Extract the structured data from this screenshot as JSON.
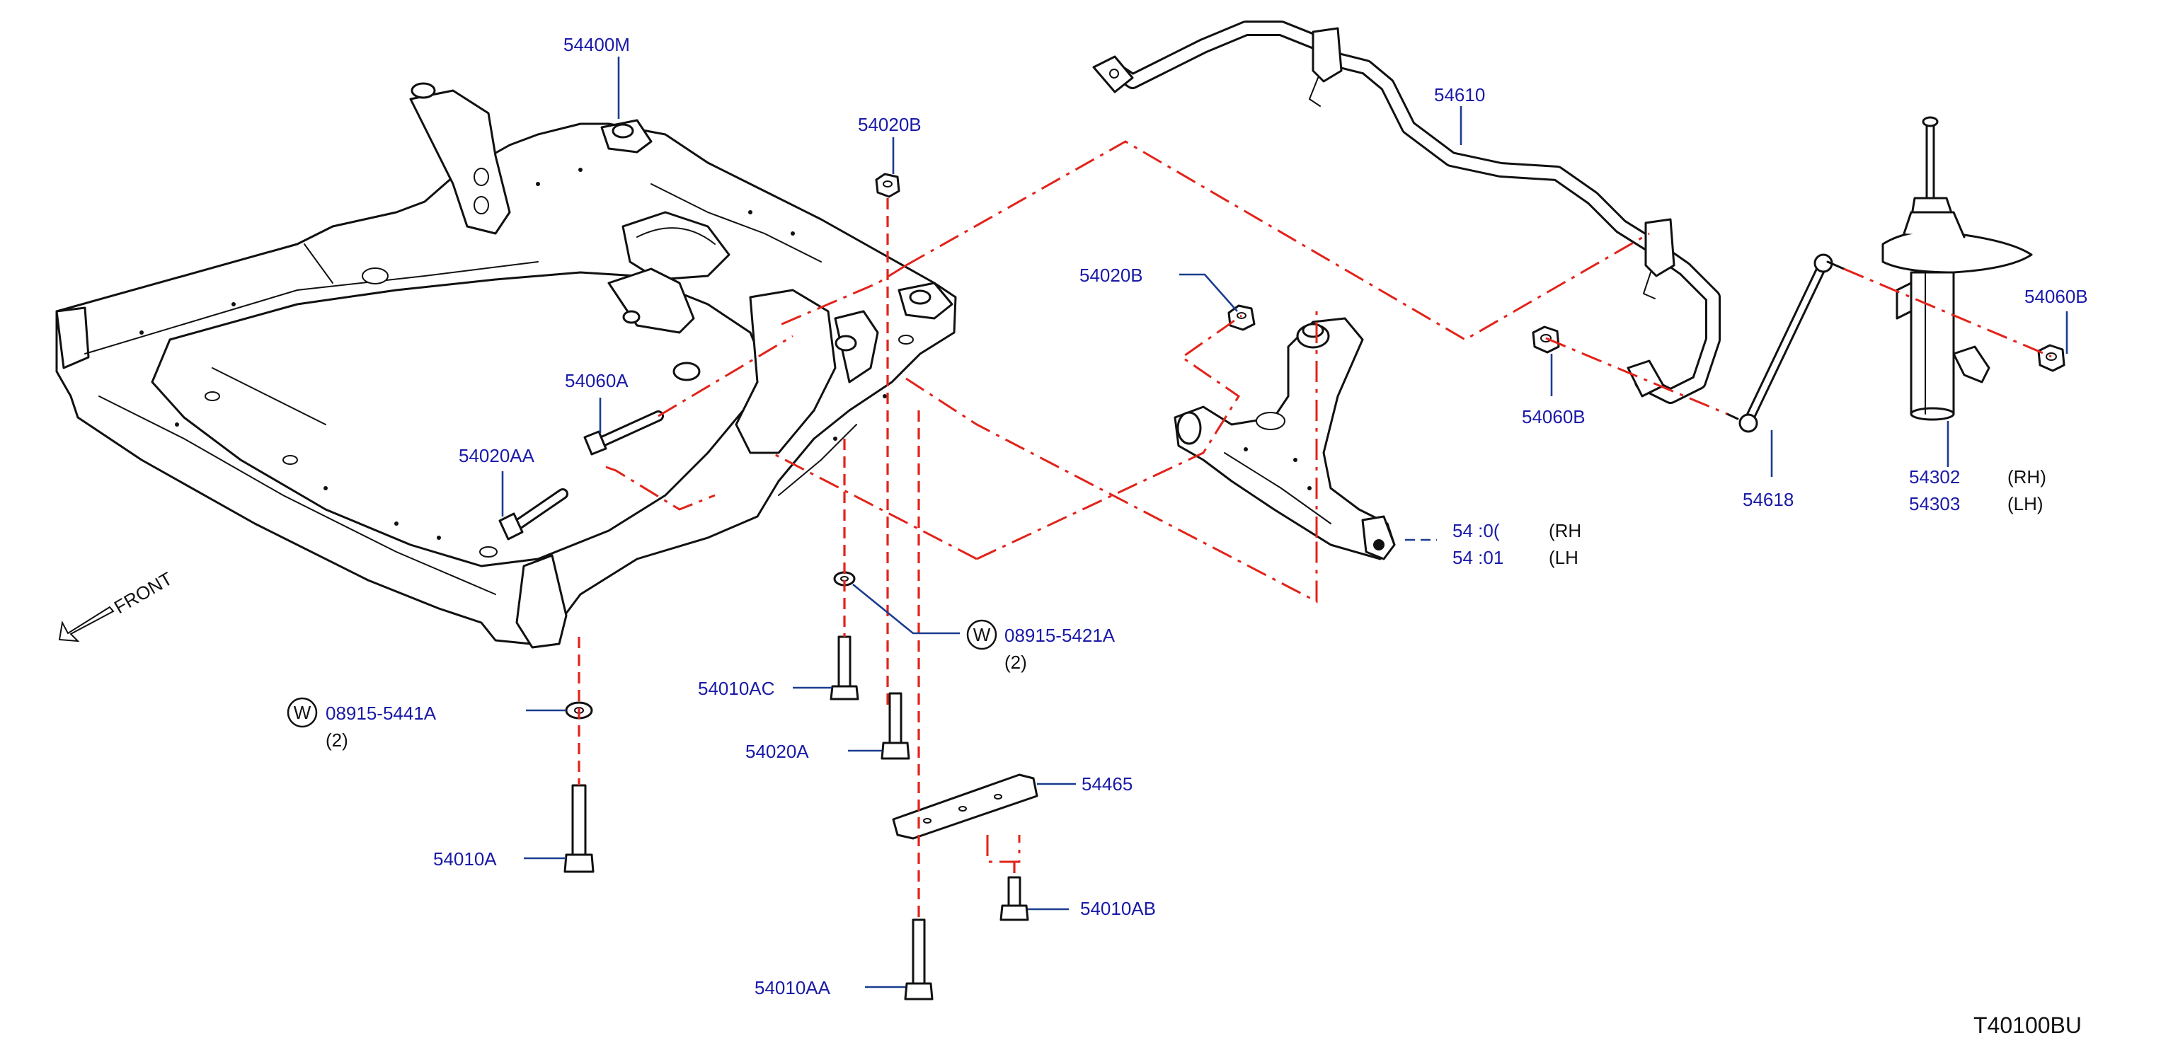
{
  "diagram_code": "T40100BU",
  "front_label": "FRONT",
  "colors": {
    "callout": "#1a1aa8",
    "leader": "#1a3d8f",
    "assembly_line": "#e2231a",
    "outline": "#111111"
  },
  "callouts": {
    "member_54400M": "54400M",
    "nut_54020B_top": "54020B",
    "nut_54020B_arm": "54020B",
    "bolt_54060A": "54060A",
    "bolt_54020AA": "54020AA",
    "stabilizer_54610": "54610",
    "nut_54060B_bar": "54060B",
    "nut_54060B_strut": "54060B",
    "link_54618": "54618",
    "strut_rh": "54302",
    "strut_rh_side": "(RH)",
    "strut_lh": "54303",
    "strut_lh_side": "(LH)",
    "arm_rh": "54 :0(",
    "arm_rh_side": "(RH",
    "arm_lh": "54 :01",
    "arm_lh_side": "(LH",
    "washer_08915_5421A": "08915-5421A",
    "washer_08915_5421A_qty": "(2)",
    "washer_08915_5441A": "08915-5441A",
    "washer_08915_5441A_qty": "(2)",
    "washer_symbol": "W",
    "bolt_54010AC": "54010AC",
    "bolt_54020A": "54020A",
    "bracket_54465": "54465",
    "bolt_54010A": "54010A",
    "bolt_54010AB": "54010AB",
    "bolt_54010AA": "54010AA"
  }
}
